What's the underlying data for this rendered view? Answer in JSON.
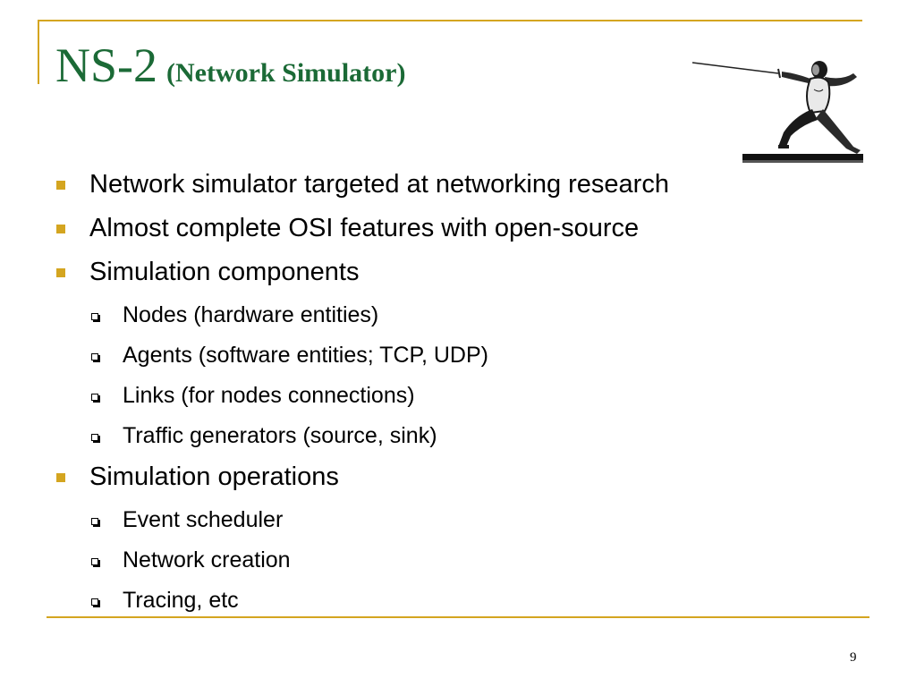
{
  "slide": {
    "title_main": "NS-2",
    "title_sub": "(Network Simulator)",
    "page_number": "9"
  },
  "bullets": [
    {
      "level": 1,
      "text": "Network simulator targeted at networking research"
    },
    {
      "level": 1,
      "text": "Almost complete OSI features with open-source"
    },
    {
      "level": 1,
      "text": "Simulation components"
    },
    {
      "level": 2,
      "text": "Nodes  (hardware entities)"
    },
    {
      "level": 2,
      "text": "Agents (software entities; TCP, UDP)"
    },
    {
      "level": 2,
      "text": "Links (for nodes connections)"
    },
    {
      "level": 2,
      "text": "Traffic generators (source, sink)"
    },
    {
      "level": 1,
      "text": "Simulation operations"
    },
    {
      "level": 2,
      "text": "Event scheduler"
    },
    {
      "level": 2,
      "text": "Network creation"
    },
    {
      "level": 2,
      "text": "Tracing, etc"
    }
  ],
  "colors": {
    "title": "#1b6a36",
    "accent": "#d4a520"
  },
  "icons": {
    "clipart": "fencer-icon",
    "level1_marker": "square-bullet-icon",
    "level2_marker": "hollow-square-bullet-icon"
  }
}
